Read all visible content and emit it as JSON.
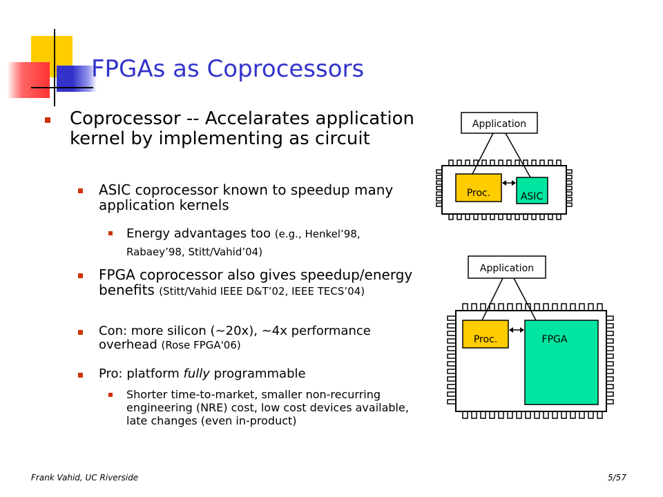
{
  "slide": {
    "title": "FPGAs as Coprocessors",
    "bullets": {
      "main": "Coprocessor -- Accelarates application kernel by implementing as circuit",
      "asic": "ASIC coprocessor known to speedup many application kernels",
      "energy_main": "Energy advantages too",
      "energy_ref": "(e.g., Henkel’98, Rabaey’98, Stitt/Vahid’04)",
      "fpga_main": "FPGA coprocessor also gives speedup/energy benefits",
      "fpga_ref": "(Stitt/Vahid IEEE D&T’02, IEEE TECS’04)",
      "con_main": "Con: more silicon (~20x), ~4x performance overhead",
      "con_ref": "(Rose FPGA'06)",
      "pro_prefix": "Pro: platform ",
      "pro_emph": "fully",
      "pro_suffix": " programmable",
      "shorter": "Shorter time-to-market, smaller non-recurring engineering (NRE) cost, low cost devices available, late changes (even in-product)"
    },
    "diagram1": {
      "app": "Application",
      "proc": "Proc.",
      "coproc": "ASIC"
    },
    "diagram2": {
      "app": "Application",
      "proc": "Proc.",
      "coproc": "FPGA"
    },
    "footer": {
      "author": "Frank Vahid, UC Riverside",
      "page": "5/57"
    }
  },
  "colors": {
    "title": "#3333cc",
    "bullet": "#cc3300",
    "proc_fill": "#ffcc00",
    "coproc_fill": "#00e5a0",
    "deco_yellow": "#ffcc00",
    "deco_red": "#ff3333",
    "deco_blue": "#3333cc"
  }
}
